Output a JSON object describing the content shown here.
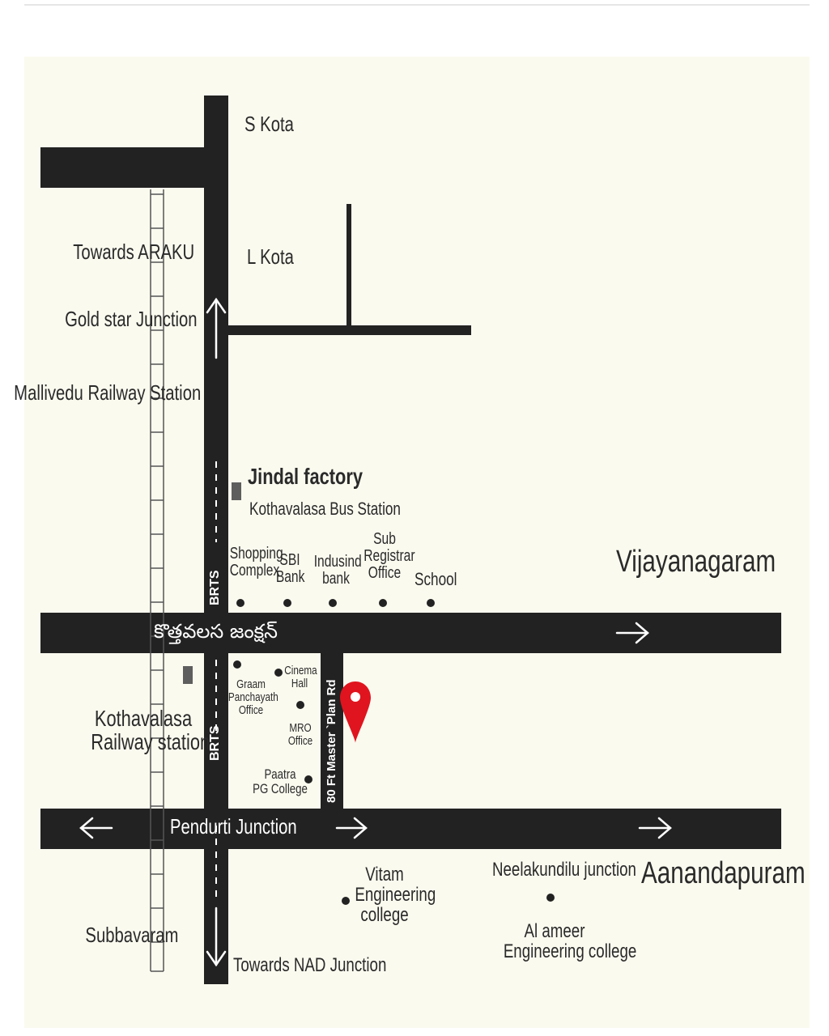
{
  "map": {
    "labels": {
      "s_kota": "S Kota",
      "l_kota": "L Kota",
      "towards_araku": "Towards ARAKU",
      "gold_star": "Gold star Junction",
      "mallivedu": "Mallivedu Railway Station",
      "jindal": "Jindal factory",
      "bus_station": "Kothavalasa Bus Station",
      "shopping_complex": "Shopping\nComplex",
      "sbi_bank": "SBI\nBank",
      "indusind_bank": "Indusind\nbank",
      "sub_registrar": "Sub\nRegistrar\nOffice",
      "school": "School",
      "vijayanagaram": "Vijayanagaram",
      "telugu_junction": "కొత్తవలస  జంక్షన్",
      "graam_panchayath": "Graam\nPanchayath\nOffice",
      "cinema_hall": "Cinema\nHall",
      "mro_office": "MRO\nOffice",
      "paatra": "Paatra\nPG College",
      "kothavalasa_rail": "Kothavalasa\nRailway station",
      "master_plan_road": "80 Ft Master `Plan Rd",
      "brts_upper": "BRTS",
      "brts_lower": "BRTS",
      "pendurti": "Pendurti Junction",
      "vitam": "Vitam\nEngineering\ncollege",
      "neelakundilu": "Neelakundilu junction",
      "aanandapuram": "Aanandapuram",
      "al_ameer": "Al ameer\nEngineering college",
      "subbavaram": "Subbavaram",
      "towards_nad": "Towards NAD Junction"
    },
    "colors": {
      "background": "#fbfaef",
      "road": "#222222",
      "pin": "#e0141e",
      "landmark": "#5e5e5e"
    },
    "icons": [
      "location-pin-icon",
      "arrow-up-icon",
      "arrow-down-icon",
      "arrow-left-icon",
      "arrow-right-icon"
    ]
  }
}
